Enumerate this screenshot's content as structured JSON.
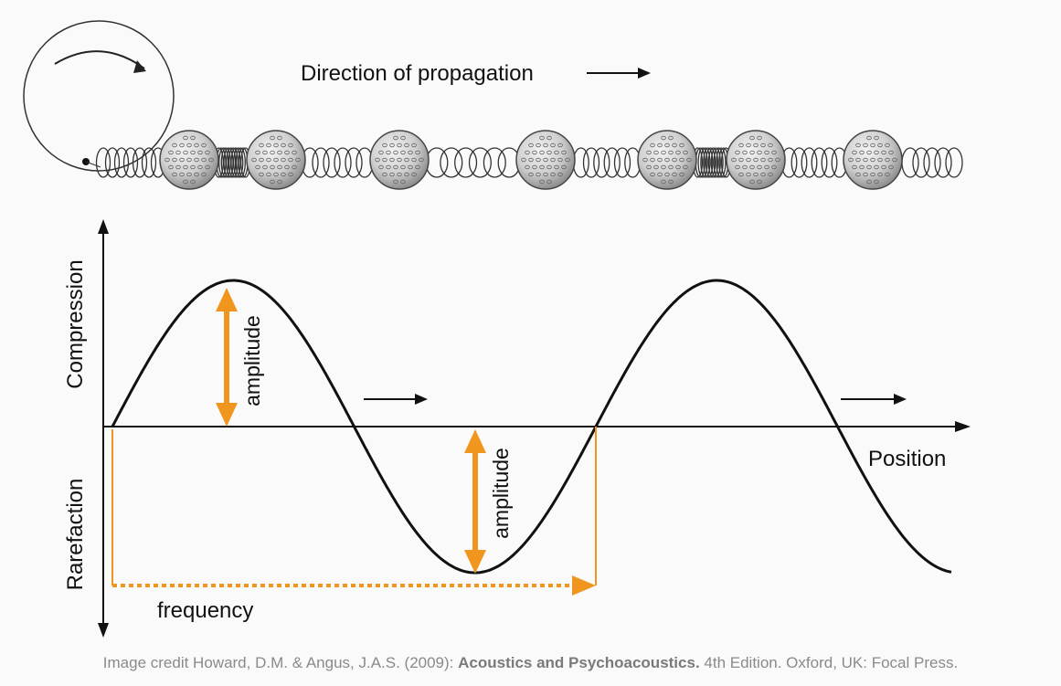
{
  "diagram": {
    "direction_label": "Direction of propagation",
    "y_upper_label": "Compression",
    "y_lower_label": "Rarefaction",
    "x_label": "Position",
    "amplitude_label_1": "amplitude",
    "amplitude_label_2": "amplitude",
    "frequency_label": "frequency",
    "colors": {
      "accent": "#f0961e",
      "line": "#111111",
      "background": "#fafafa",
      "credit_text": "#8a8a8a"
    }
  },
  "credit": {
    "prefix": "Image credit Howard, D.M. & Angus, J.A.S. (2009): ",
    "book_title": "Acoustics and Psychoacoustics.",
    "suffix": " 4th Edition. Oxford, UK: Focal Press."
  }
}
